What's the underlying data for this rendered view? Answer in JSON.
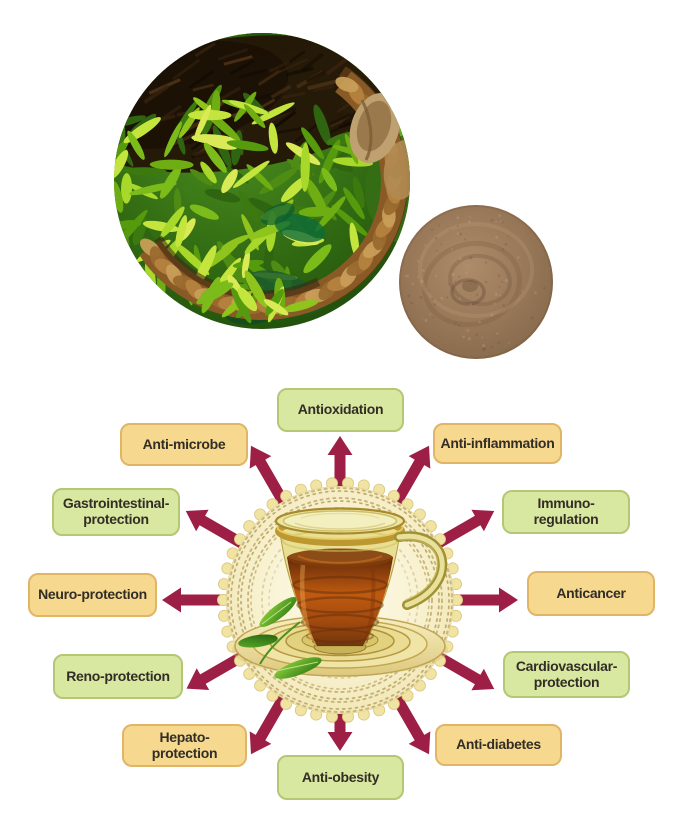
{
  "page": {
    "background": "#ffffff"
  },
  "photos": {
    "basket_image_alt": "Fresh green tea leaves piled in a woven wicker basket",
    "powder_image_alt": "Heap of brown tea extract powder"
  },
  "diagram": {
    "center_image_alt": "Glass cup of amber tea on a glass saucer with green tea leaves",
    "colors": {
      "green_fill": "#d9e8a0",
      "green_border": "#b3c775",
      "orange_fill": "#f6d98e",
      "orange_border": "#e0b567",
      "arrow": "#9d1f45",
      "medallion_cream": "#f7f1cf",
      "medallion_bead": "#c8b67c",
      "label_text": "#322d26",
      "tea_amber": "#b5550f",
      "powder_brown": "#97785a",
      "leaf_green": "#8fc41c"
    },
    "benefits": [
      {
        "label": "Antioxidation",
        "style": "green",
        "clock": 12
      },
      {
        "label": "Anti-inflammation",
        "style": "orange",
        "clock": 1
      },
      {
        "label": "Immuno-regulation",
        "style": "green",
        "clock": 2
      },
      {
        "label": "Anticancer",
        "style": "orange",
        "clock": 3
      },
      {
        "label": "Cardiovascular-protection",
        "style": "green",
        "clock": 4
      },
      {
        "label": "Anti-diabetes",
        "style": "orange",
        "clock": 5
      },
      {
        "label": "Anti-obesity",
        "style": "green",
        "clock": 6
      },
      {
        "label": "Hepato-protection",
        "style": "orange",
        "clock": 7
      },
      {
        "label": "Reno-protection",
        "style": "green",
        "clock": 8
      },
      {
        "label": "Neuro-protection",
        "style": "orange",
        "clock": 9
      },
      {
        "label": "Gastrointestinal-protection",
        "style": "green",
        "clock": 10
      },
      {
        "label": "Anti-microbe",
        "style": "orange",
        "clock": 11
      }
    ]
  }
}
